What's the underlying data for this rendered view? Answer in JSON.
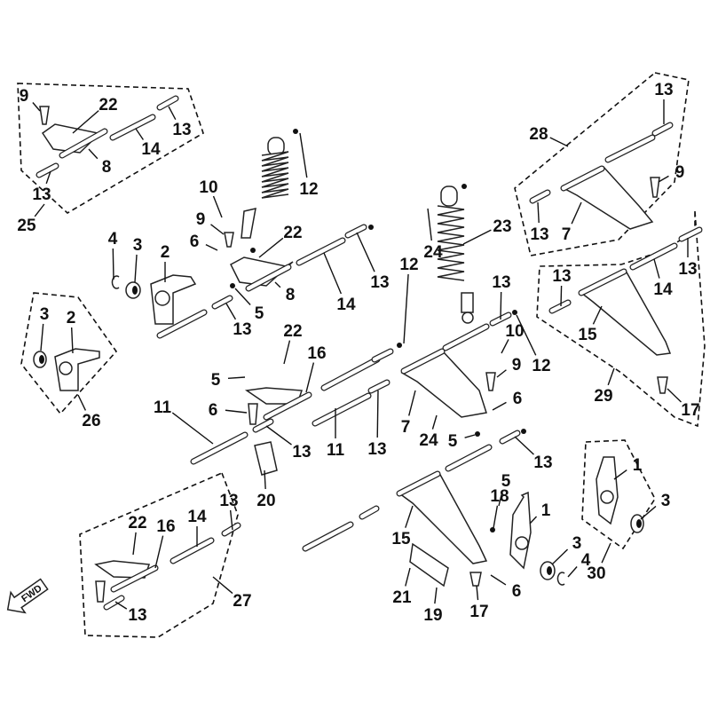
{
  "diagram": {
    "title_arrow": "FWD",
    "callouts": [
      "9",
      "22",
      "14",
      "13",
      "8",
      "13",
      "25",
      "10",
      "12",
      "9",
      "6",
      "22",
      "4",
      "3",
      "2",
      "8",
      "5",
      "13",
      "14",
      "13",
      "12",
      "3",
      "2",
      "26",
      "11",
      "5",
      "22",
      "16",
      "6",
      "13",
      "11",
      "13",
      "20",
      "24",
      "23",
      "13",
      "10",
      "12",
      "9",
      "7",
      "6",
      "24",
      "5",
      "13",
      "13",
      "28",
      "9",
      "13",
      "7",
      "13",
      "14",
      "13",
      "15",
      "29",
      "17",
      "13",
      "22",
      "16",
      "14",
      "27",
      "13",
      "18",
      "5",
      "1",
      "15",
      "21",
      "19",
      "17",
      "6",
      "3",
      "4",
      "30",
      "1",
      "3"
    ]
  }
}
